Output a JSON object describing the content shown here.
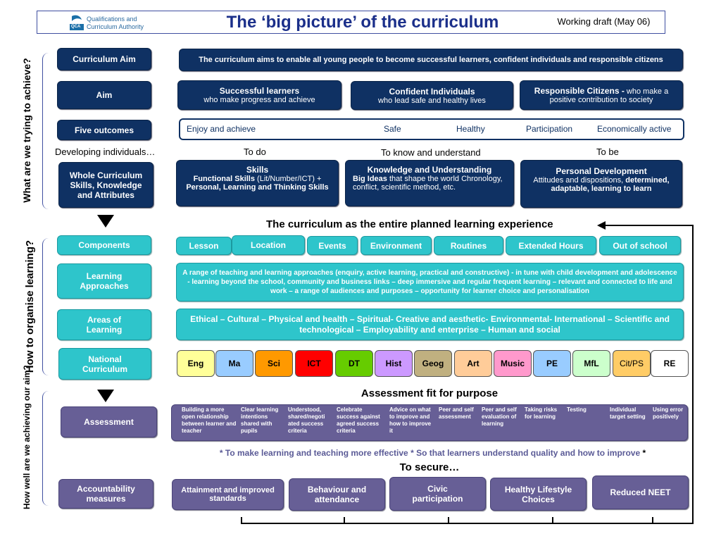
{
  "header": {
    "logo_line1": "Qualifications and",
    "logo_line2": "Curriculum Authority",
    "logo_mark": "QCA",
    "title": "The ‘big picture’ of the curriculum",
    "draft": "Working draft (May 06)"
  },
  "side_labels": {
    "achieve": "What are we trying to achieve?",
    "organise": "How to organise learning?",
    "how_well": "How well are we achieving our aim?"
  },
  "rows": {
    "curriculum_aim": {
      "label": "Curriculum Aim",
      "text": "The curriculum aims to enable all young people to become successful learners, confident individuals and responsible citizens"
    },
    "aim": {
      "label": "Aim",
      "items": [
        {
          "title": "Successful learners",
          "sub": "who make progress and achieve"
        },
        {
          "title": "Confident Individuals",
          "sub": "who lead safe and healthy lives"
        },
        {
          "title": "Responsible Citizens -",
          "sub": " who make a positive contribution to society"
        }
      ]
    },
    "outcomes": {
      "label": "Five outcomes",
      "items": [
        "Enjoy and achieve",
        "Safe",
        "Healthy",
        "Participation",
        "Economically active"
      ]
    },
    "developing": [
      "Developing individuals…",
      "To do",
      "To know and understand",
      "To be"
    ],
    "skills_row": {
      "label": "Whole Curriculum Skills, Knowledge and Attributes",
      "skills_title": "Skills",
      "skills_b1": "Functional Skills",
      "skills_t1": " (Lit/Number/ICT)  +",
      "skills_b2": "Personal, Learning and Thinking Skills",
      "ku_title": "Knowledge and Understanding",
      "ku_b": "Big Ideas",
      "ku_t": " that shape the world Chronology, conflict, scientific method, etc.",
      "pd_title": "Personal Development",
      "pd_t": "Attitudes and dispositions, ",
      "pd_b": "determined, adaptable, learning to learn"
    },
    "planned": "The curriculum as the entire planned learning experience",
    "components": {
      "label": "Components",
      "items": [
        "Lesson",
        "Location",
        "Events",
        "Environment",
        "Routines",
        "Extended Hours",
        "Out of school"
      ]
    },
    "approaches": {
      "label": "Learning Approaches",
      "text": "A range of teaching and learning approaches  (enquiry, active learning, practical and constructive) - in tune with child development and adolescence - learning beyond the school, community and business links – deep immersive and regular frequent learning – relevant and connected to life and work – a range of audiences and purposes – opportunity for learner choice and personalisation"
    },
    "areas": {
      "label": "Areas of Learning",
      "text": "Ethical – Cultural – Physical and health – Spiritual- Creative and aesthetic- Environmental- International – Scientific and technological – Employability and enterprise – Human and social"
    },
    "national": {
      "label": "National Curriculum",
      "subjects": [
        {
          "name": "Eng",
          "color": "#ffff99"
        },
        {
          "name": "Ma",
          "color": "#99ccff"
        },
        {
          "name": "Sci",
          "color": "#ff9900"
        },
        {
          "name": "ICT",
          "color": "#ff0000"
        },
        {
          "name": "DT",
          "color": "#66cc00"
        },
        {
          "name": "Hist",
          "color": "#cc99ff"
        },
        {
          "name": "Geog",
          "color": "#c0b080"
        },
        {
          "name": "Art",
          "color": "#ffcc99"
        },
        {
          "name": "Music",
          "color": "#ff99cc"
        },
        {
          "name": "PE",
          "color": "#99ccff"
        },
        {
          "name": "MfL",
          "color": "#ccffcc"
        },
        {
          "name": "Cit/PS",
          "color": "#ffcc66"
        },
        {
          "name": "RE",
          "color": "#ffffff"
        }
      ]
    },
    "assessment_fit": "Assessment fit for purpose",
    "assessment": {
      "label": "Assessment",
      "items": [
        "Building a more open relationship between learner and teacher",
        "Clear learning intentions shared with pupils",
        "Understood, shared/negoti ated success criteria",
        "Celebrate success against agreed success criteria",
        "Advice on what to improve and how to improve it",
        "Peer and self assessment",
        "Peer and self evaluation of learning",
        "Taking risks for learning",
        "Testing",
        "Individual target setting",
        "Using error positively"
      ]
    },
    "purpose": {
      "p1": "*  To make learning and teaching more effective  *  So that learners understand quality and how to improve ",
      "star": "*"
    },
    "secure": "To secure…",
    "accountability": {
      "label": "Accountability measures",
      "items": [
        "Attainment and improved standards",
        "Behaviour and attendance",
        "Civic participation",
        "Healthy Lifestyle Choices",
        "Reduced NEET"
      ]
    }
  }
}
